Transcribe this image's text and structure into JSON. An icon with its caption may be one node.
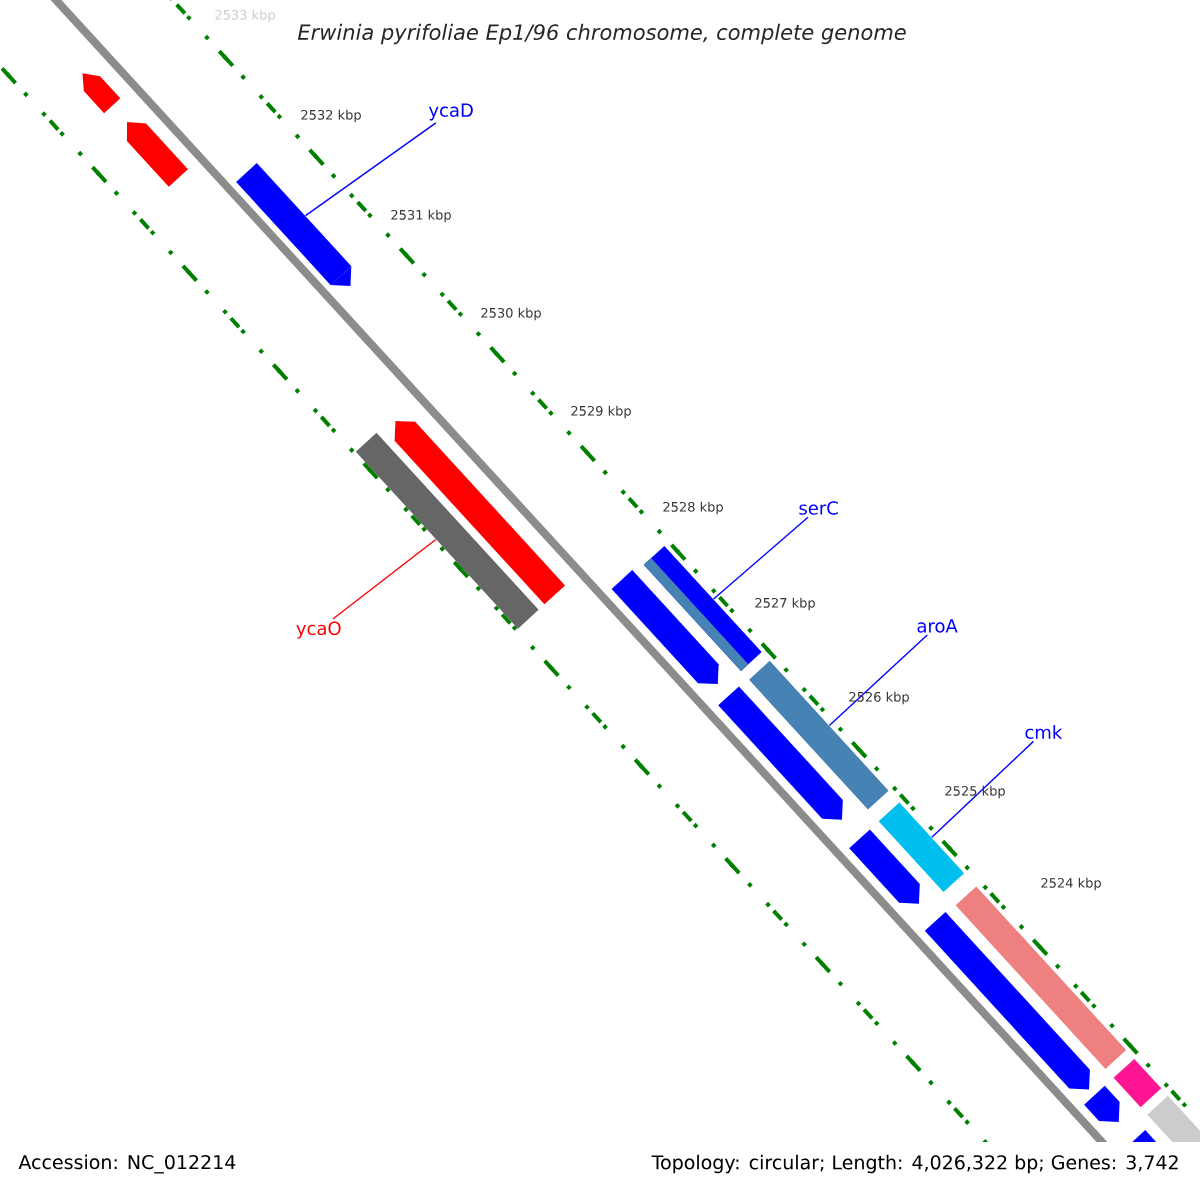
{
  "diagram": {
    "title": "Erwinia pyrifoliae Ep1/96 chromosome, complete genome",
    "nodes": [
      {
        "text": [
          "ycaD"
        ]
      },
      {
        "text": [],
        "shape": "bar"
      },
      {
        "text": [
          "serC"
        ]
      },
      {
        "text": [],
        "shape": "bar"
      },
      {
        "text": [
          "aroA"
        ]
      },
      {
        "text": [],
        "shape": "bar"
      },
      {
        "text": [
          "cmk"
        ]
      },
      {
        "text": [],
        "shape": "bar"
      },
      {
        "text": [
          "ycaO"
        ]
      },
      {
        "text": [],
        "shape": "bar"
      }
    ],
    "edges": [
      {
        "from": 0,
        "to": 1,
        "arrow": "none"
      },
      {
        "from": 2,
        "to": 3,
        "arrow": "none"
      },
      {
        "from": 4,
        "to": 5,
        "arrow": "none"
      },
      {
        "from": 6,
        "to": 7,
        "arrow": "none"
      },
      {
        "from": 8,
        "to": 9,
        "arrow": "none",
        "color": "#ff0000"
      }
    ],
    "labels": [
      "2533 kbp",
      "2532 kbp",
      "2531 kbp",
      "2530 kbp",
      "2529 kbp",
      "2528 kbp",
      "2527 kbp",
      "2526 kbp",
      "2525 kbp",
      "2524 kbp",
      "Accession: NC_012214",
      "Topology: circular; Length: 4,026,322 bp; Genes: 3,742"
    ]
  }
}
